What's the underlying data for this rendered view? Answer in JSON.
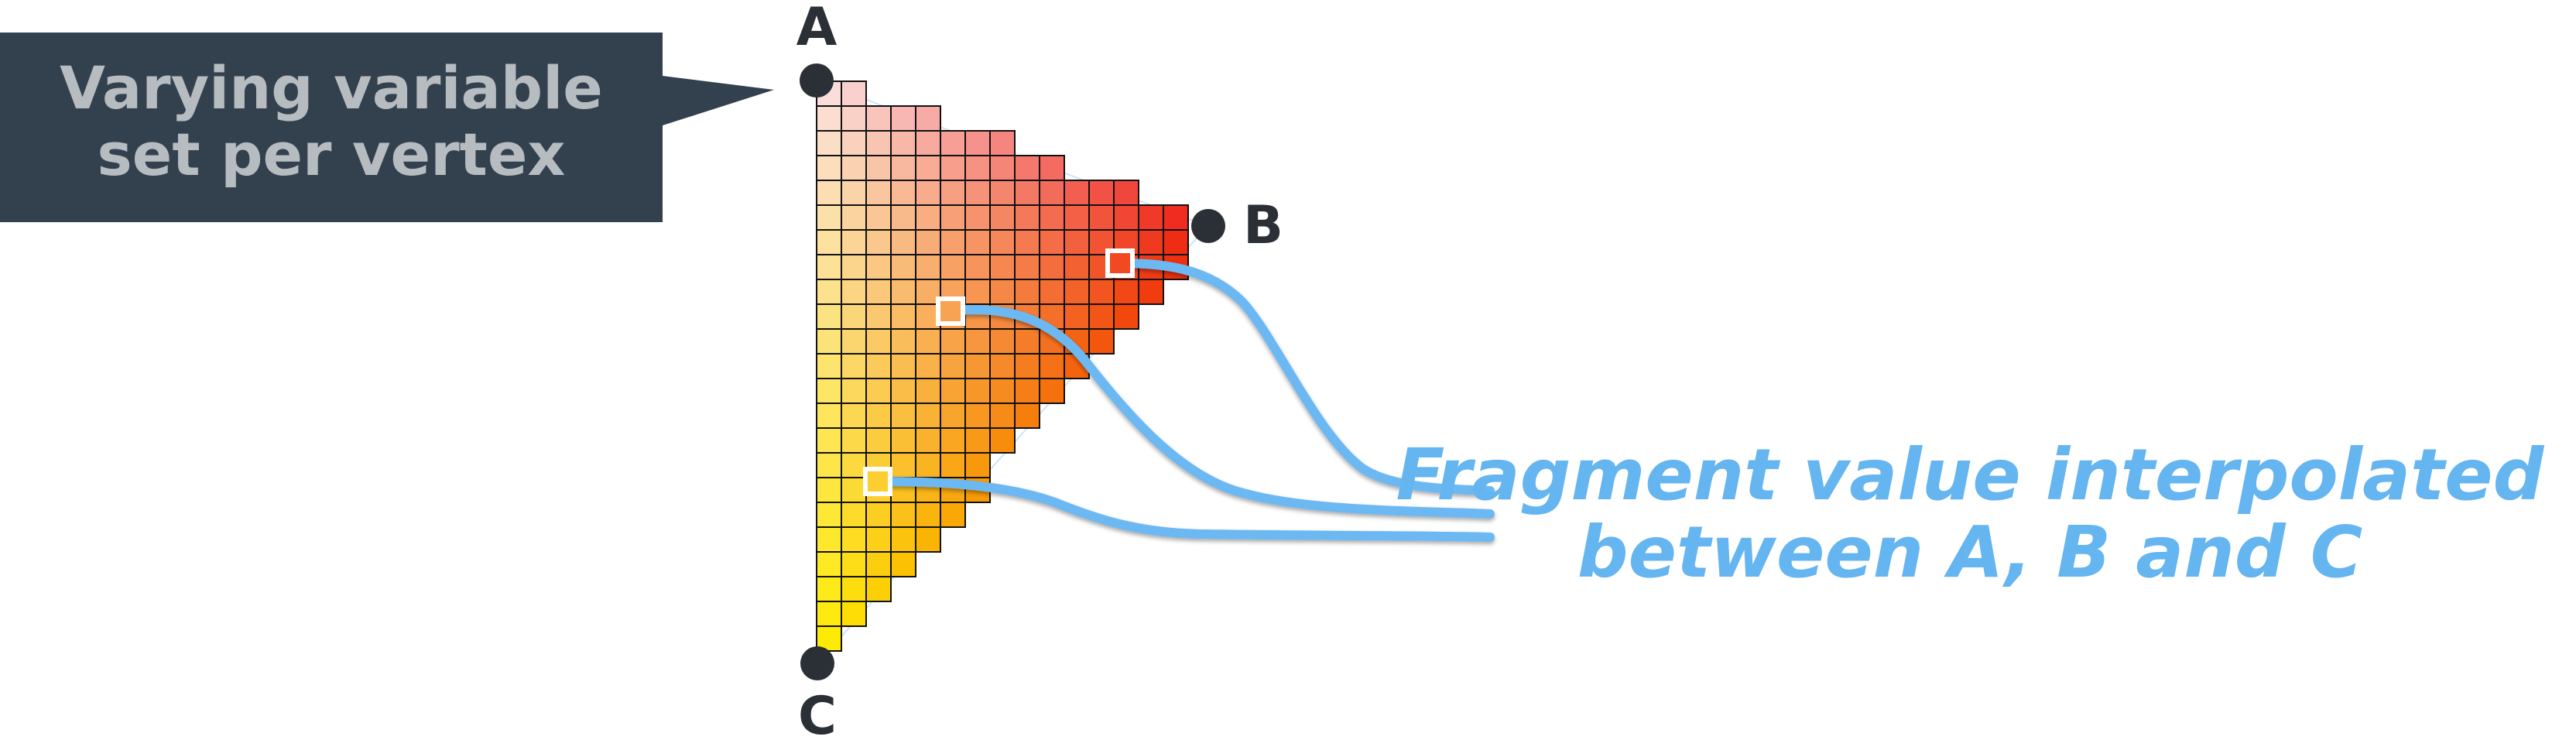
{
  "callout": {
    "lines": [
      "Varying variable",
      "set per vertex"
    ],
    "box_color": "#33414f",
    "text_color": "#b7bcc1"
  },
  "vertices": [
    {
      "id": "A",
      "label": "A",
      "color": "#fbe3e3"
    },
    {
      "id": "B",
      "label": "B",
      "color": "#ee1c0f"
    },
    {
      "id": "C",
      "label": "C",
      "color": "#fff200"
    }
  ],
  "annotation": {
    "lines": [
      "Fragment value interpolated",
      "between A, B and C"
    ],
    "color": "#64b5f0"
  },
  "colors": {
    "vertex_dot": "#2b2f36",
    "grid_line": "#111111",
    "connector": "#6cb8f2",
    "sample_outline": "#ffffff"
  }
}
